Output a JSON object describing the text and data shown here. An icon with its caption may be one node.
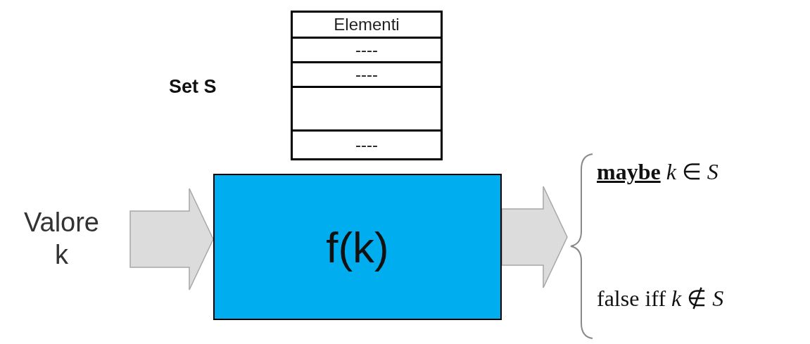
{
  "diagram": {
    "nodes": [
      {
        "text": [
          "Valore k"
        ]
      },
      {
        "text": [
          "f(k)"
        ]
      },
      {
        "text": [
          "**maybe** *k* ∈ *S*",
          "false iff *k* ∉ *S*"
        ]
      }
    ],
    "edges": [
      {
        "from": 0,
        "to": 1,
        "arrow": "to"
      },
      {
        "from": 1,
        "to": 2,
        "arrow": "to"
      }
    ],
    "labels": [
      "Set S",
      "Elementi",
      "----",
      "----",
      "----"
    ]
  }
}
